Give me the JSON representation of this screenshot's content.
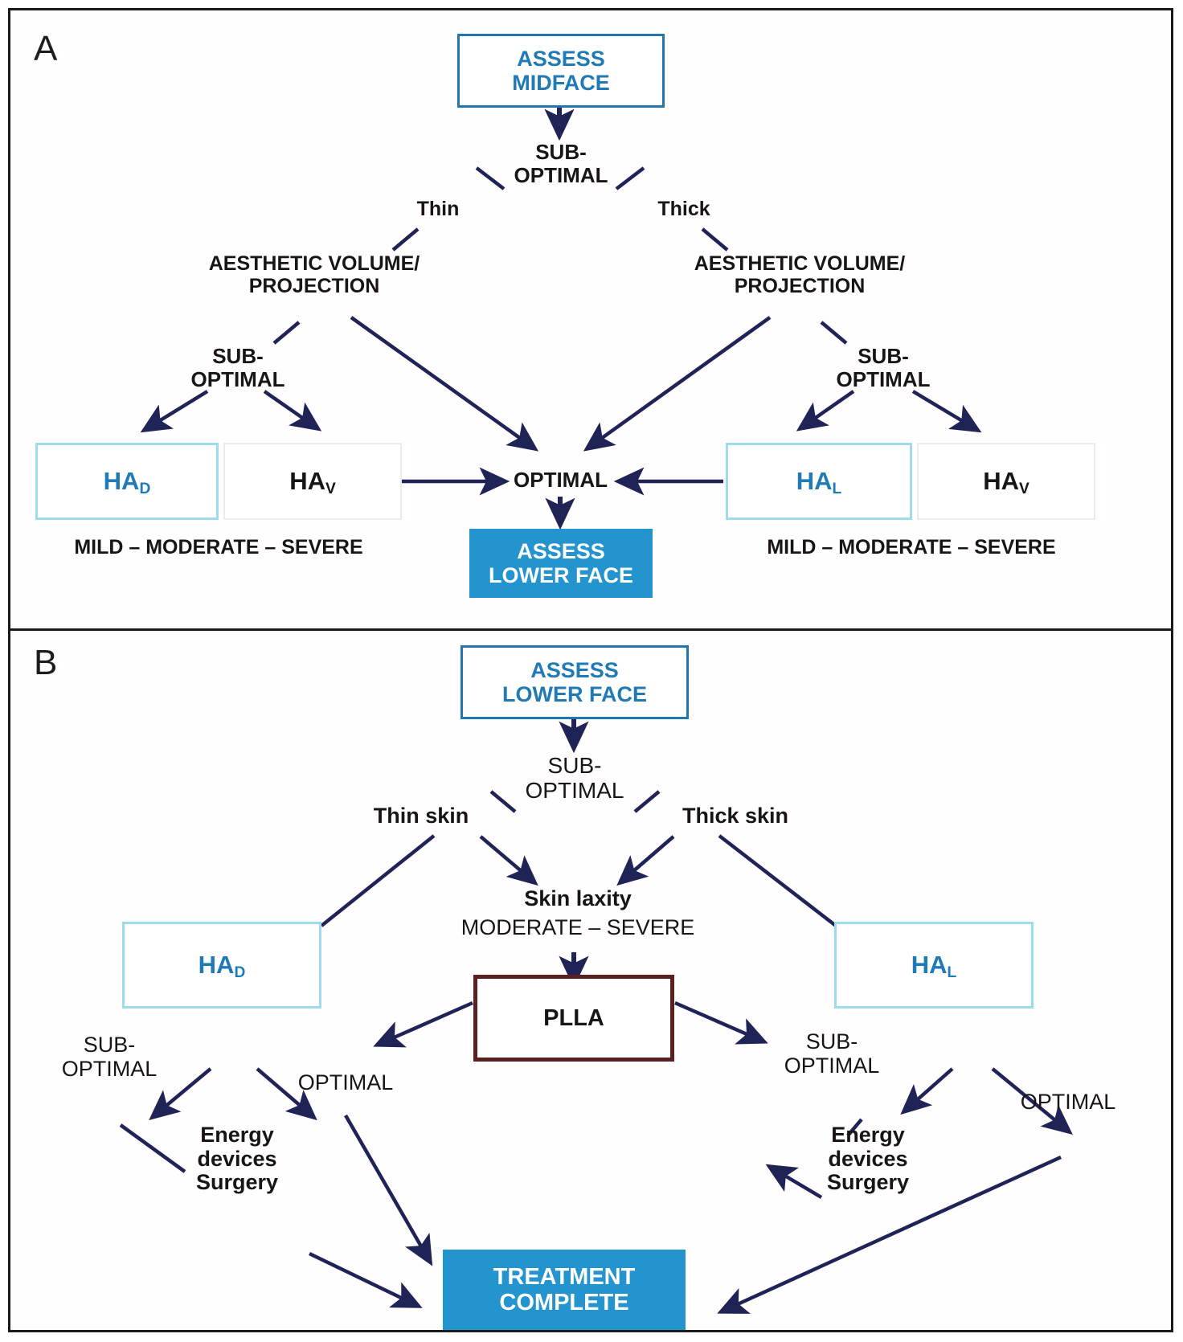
{
  "figure": {
    "panels": [
      {
        "letter": "A",
        "name": "midface-algorithm"
      },
      {
        "letter": "B",
        "name": "lower-face-algorithm"
      }
    ]
  },
  "colors": {
    "brand_blue": "#1f7ab5",
    "box_blue_border": "#2175b0",
    "filled_blue": "#2394ce",
    "ha_accent_border": "#9ddcea",
    "ha_plain_border": "#e8ecee",
    "plla_border": "#5c1f1f",
    "arrow": "#1f2356",
    "text": "#161616"
  },
  "panelA": {
    "letter": "A",
    "start_box": "ASSESS\nMIDFACE",
    "root_status": "SUB-\nOPTIMAL",
    "branch_left_label": "Thin",
    "branch_right_label": "Thick",
    "left_assessment": "AESTHETIC VOLUME/\nPROJECTION",
    "right_assessment": "AESTHETIC VOLUME/\nPROJECTION",
    "left_suboptimal": "SUB-\nOPTIMAL",
    "right_suboptimal": "SUB-\nOPTIMAL",
    "left_filler_primary": {
      "base": "HA",
      "subscript": "D"
    },
    "left_filler_secondary": {
      "base": "HA",
      "subscript": "V"
    },
    "right_filler_primary": {
      "base": "HA",
      "subscript": "L"
    },
    "right_filler_secondary": {
      "base": "HA",
      "subscript": "V"
    },
    "left_severity": "MILD – MODERATE – SEVERE",
    "right_severity": "MILD – MODERATE – SEVERE",
    "optimal": "OPTIMAL",
    "end_box": "ASSESS\nLOWER FACE"
  },
  "panelB": {
    "letter": "B",
    "start_box": "ASSESS\nLOWER FACE",
    "root_status": "SUB-\nOPTIMAL",
    "branch_left_label": "Thin skin",
    "branch_right_label": "Thick skin",
    "skin_laxity_title": "Skin laxity",
    "skin_laxity_severity": "MODERATE – SEVERE",
    "plla_box": "PLLA",
    "left_filler": {
      "base": "HA",
      "subscript": "D"
    },
    "right_filler": {
      "base": "HA",
      "subscript": "L"
    },
    "left_suboptimal": "SUB-\nOPTIMAL",
    "right_suboptimal": "SUB-\nOPTIMAL",
    "left_optimal": "OPTIMAL",
    "right_optimal": "OPTIMAL",
    "left_alternatives": "Energy\ndevices\nSurgery",
    "right_alternatives": "Energy\ndevices\nSurgery",
    "end_box": "TREATMENT\nCOMPLETE"
  }
}
